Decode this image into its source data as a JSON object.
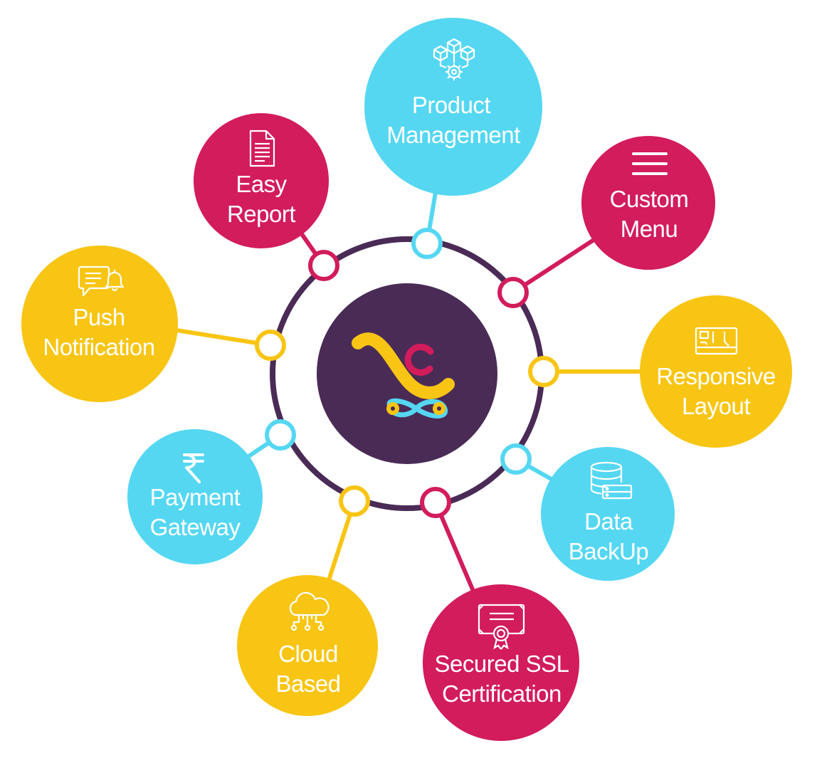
{
  "diagram": {
    "colors": {
      "crimson": "#D21C5C",
      "cyan": "#55D7F2",
      "yellow": "#F8C514",
      "purple": "#4A2B56",
      "white": "#FFFFFF"
    },
    "hub": {
      "logo": "brand-logo-icon"
    },
    "features": [
      {
        "id": "product-management",
        "lines": [
          "Product",
          "Management"
        ],
        "icon": "cubes-gear-icon",
        "color": "cyan"
      },
      {
        "id": "custom-menu",
        "lines": [
          "Custom",
          "Menu"
        ],
        "icon": "hamburger-menu-icon",
        "color": "crimson"
      },
      {
        "id": "responsive-layout",
        "lines": [
          "Responsive",
          "Layout"
        ],
        "icon": "responsive-screen-icon",
        "color": "yellow"
      },
      {
        "id": "data-backup",
        "lines": [
          "Data",
          "BackUp"
        ],
        "icon": "database-server-icon",
        "color": "cyan"
      },
      {
        "id": "secured-ssl-certification",
        "lines": [
          "Secured SSL",
          "Certification"
        ],
        "icon": "certificate-icon",
        "color": "crimson"
      },
      {
        "id": "cloud-based",
        "lines": [
          "Cloud",
          "Based"
        ],
        "icon": "cloud-network-icon",
        "color": "yellow"
      },
      {
        "id": "payment-gateway",
        "lines": [
          "Payment",
          "Gateway"
        ],
        "icon": "rupee-icon",
        "color": "cyan"
      },
      {
        "id": "push-notification",
        "lines": [
          "Push",
          "Notification"
        ],
        "icon": "chat-bell-icon",
        "color": "yellow"
      },
      {
        "id": "easy-report",
        "lines": [
          "Easy",
          "Report"
        ],
        "icon": "document-icon",
        "color": "crimson"
      }
    ]
  }
}
